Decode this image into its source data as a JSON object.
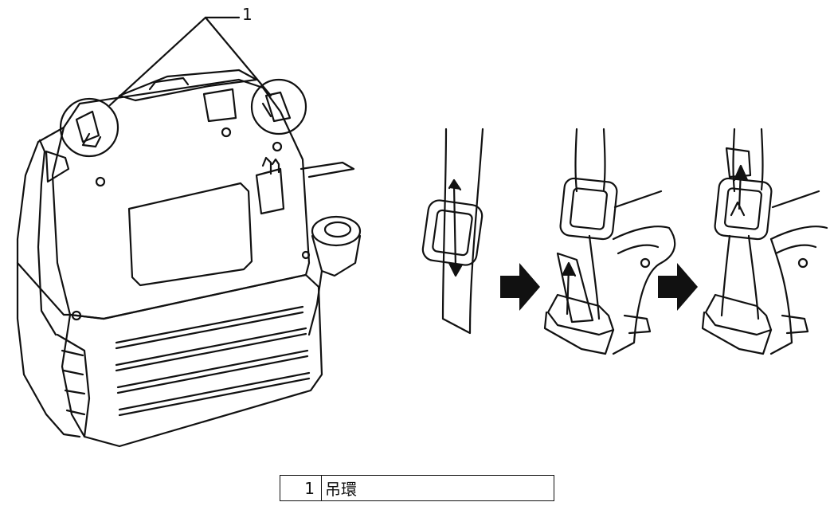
{
  "callout": {
    "number": "1"
  },
  "legend": {
    "rows": [
      {
        "number": "1",
        "label": "吊環"
      }
    ]
  },
  "icons": {
    "arrow": "right-arrow-icon",
    "strap": "strap-buckle-icon"
  },
  "colors": {
    "ink": "#111111",
    "background": "#ffffff"
  }
}
